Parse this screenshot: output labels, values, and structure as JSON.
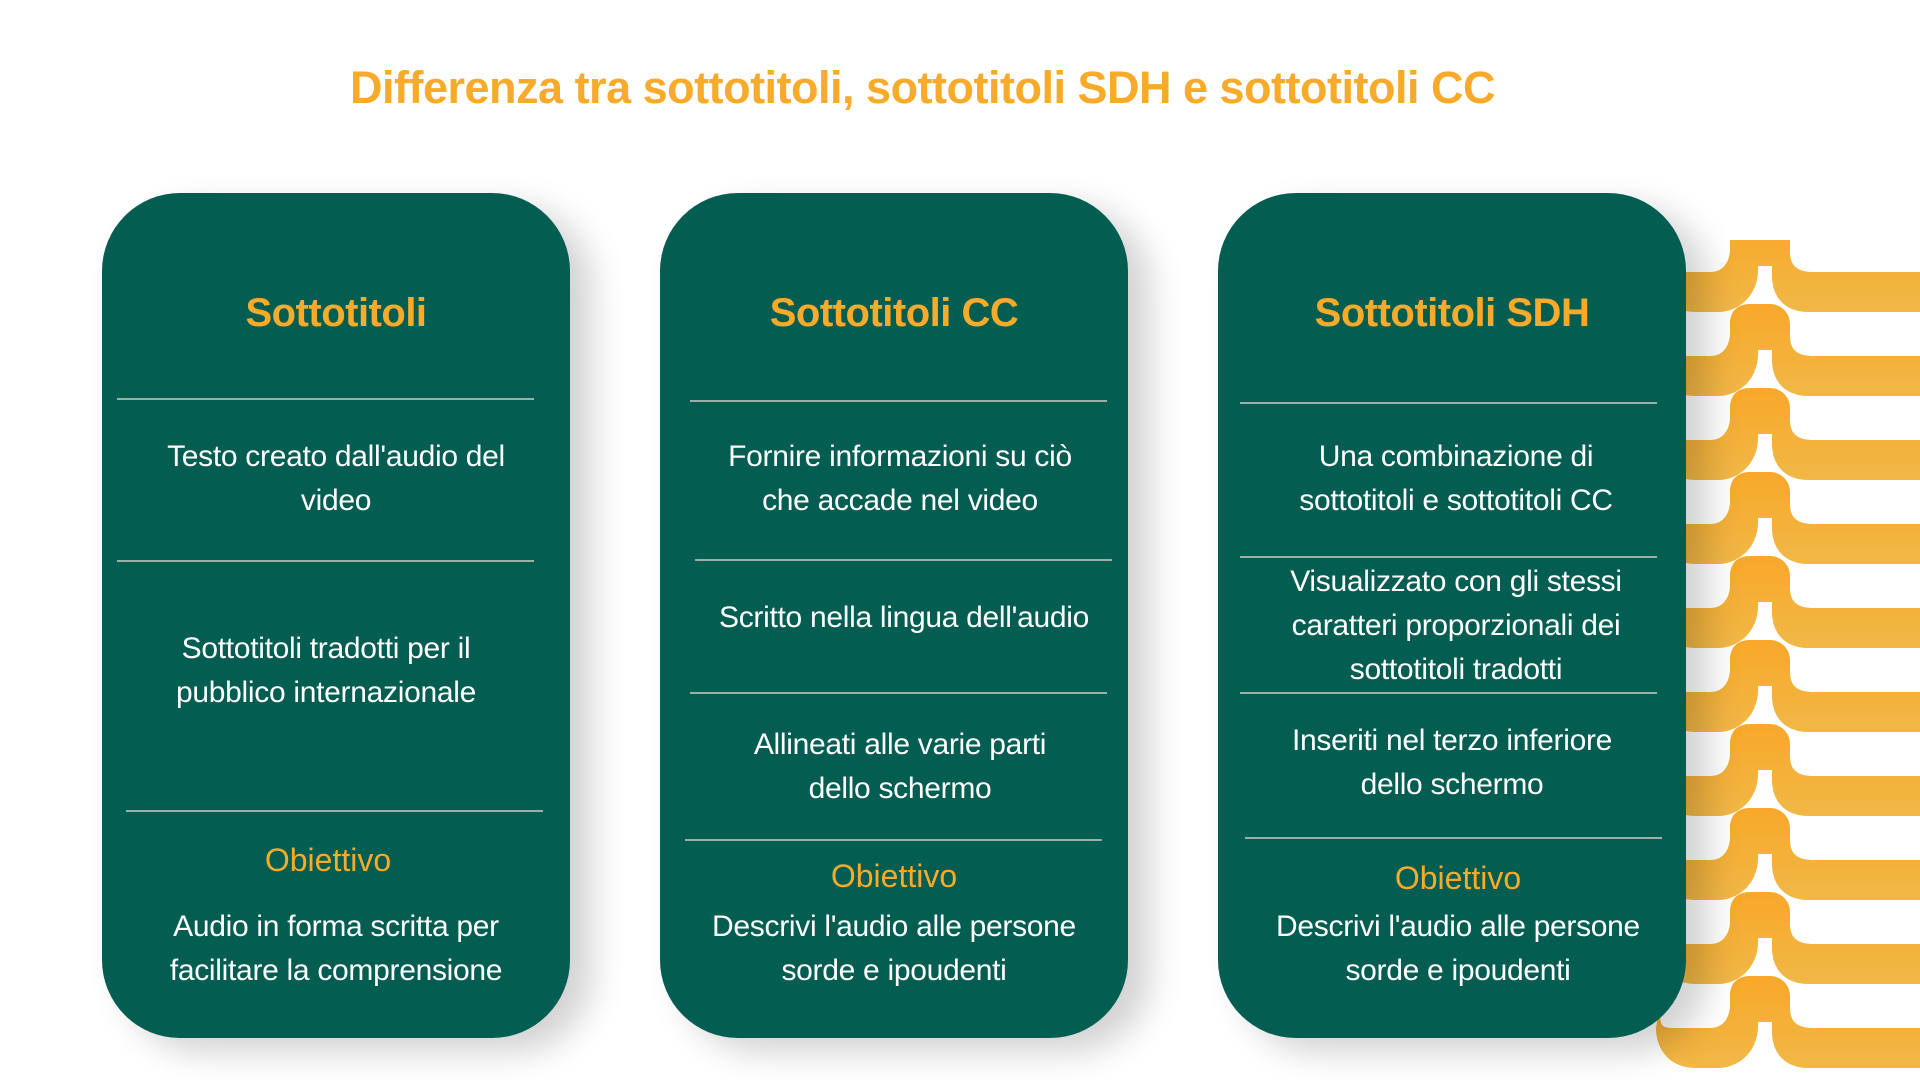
{
  "title": "Differenza tra sottotitoli, sottotitoli SDH e sottotitoli CC",
  "colors": {
    "accent_orange": "#f8aa2b",
    "card_green": "#035d51",
    "divider": "#9bb0a9",
    "text_white": "#ffffff",
    "pattern_top": "#f8a829",
    "pattern_bottom": "#f1b847"
  },
  "cards": [
    {
      "heading": "Sottotitoli",
      "features": [
        [
          "Testo creato dall'audio del",
          "video"
        ],
        [
          "Sottotitoli tradotti per il",
          "pubblico internazionale"
        ]
      ],
      "objective_label": "Obiettivo",
      "objective": [
        "Audio in forma scritta per",
        "facilitare la comprensione"
      ]
    },
    {
      "heading": "Sottotitoli CC",
      "features": [
        [
          "Fornire informazioni su ciò",
          "che accade nel video"
        ],
        [
          "Scritto nella lingua dell'audio"
        ],
        [
          "Allineati alle varie parti",
          "dello schermo"
        ]
      ],
      "objective_label": "Obiettivo",
      "objective": [
        "Descrivi l'audio alle persone",
        "sorde e ipoudenti"
      ]
    },
    {
      "heading": "Sottotitoli SDH",
      "features": [
        [
          "Una combinazione di",
          "sottotitoli e sottotitoli CC"
        ],
        [
          "Visualizzato con gli stessi",
          "caratteri proporzionali dei",
          "sottotitoli tradotti"
        ],
        [
          "Inseriti nel terzo inferiore",
          "dello schermo"
        ]
      ],
      "objective_label": "Obiettivo",
      "objective": [
        "Descrivi l'audio alle persone",
        "sorde e ipoudenti"
      ]
    }
  ]
}
